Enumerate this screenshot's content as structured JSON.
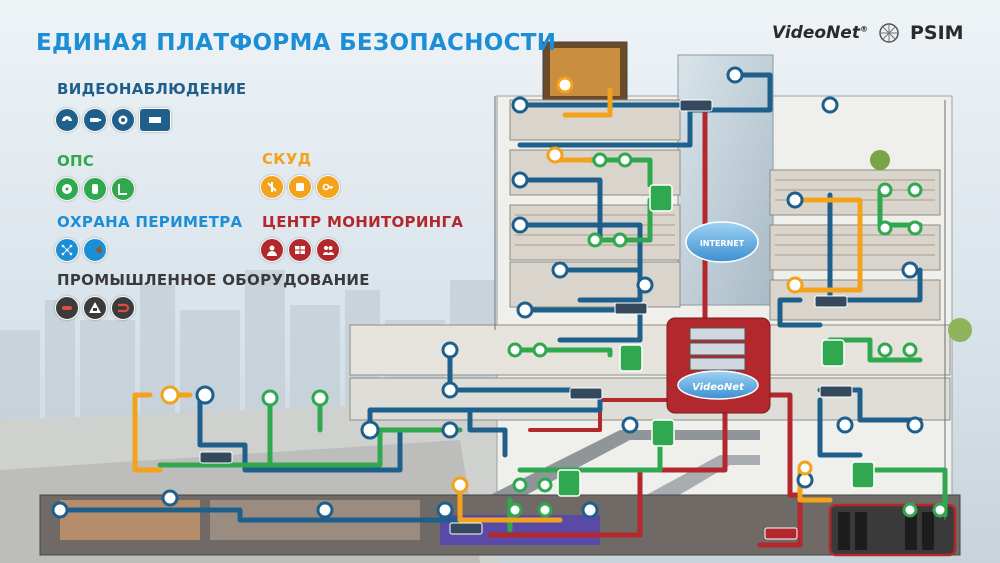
{
  "title": "ЕДИНАЯ ПЛАТФОРМА БЕЗОПАСНОСТИ",
  "brand": {
    "videonet": "VideoNet",
    "trademark": "®",
    "psim": "PSIM"
  },
  "categories": [
    {
      "key": "video",
      "label": "ВИДЕОНАБЛЮДЕНИЕ",
      "color": "#1f5f8b",
      "icons": [
        "dome-camera-icon",
        "bullet-camera-icon",
        "ptz-camera-icon",
        "video-recorder-icon"
      ]
    },
    {
      "key": "fire",
      "label": "ОПС",
      "color": "#2fa84f",
      "icons": [
        "smoke-detector-icon",
        "motion-sensor-icon",
        "door-sensor-icon"
      ]
    },
    {
      "key": "access",
      "label": "СКУД",
      "color": "#f3a21b",
      "icons": [
        "turnstile-icon",
        "card-reader-icon",
        "key-icon"
      ]
    },
    {
      "key": "perimeter",
      "label": "ОХРАНА ПЕРИМЕТРА",
      "color": "#1c8ed6",
      "icons": [
        "perimeter-net-icon",
        "radar-icon"
      ]
    },
    {
      "key": "monitoring",
      "label": "ЦЕНТР МОНИТОРИНГА",
      "color": "#b3282d",
      "icons": [
        "operator-icon",
        "video-wall-icon",
        "guards-icon"
      ]
    },
    {
      "key": "industrial",
      "label": "ПРОМЫШЛЕННОЕ ОБОРУДОВАНИЕ",
      "color": "#3b3b3b",
      "icons": [
        "conveyor-icon",
        "machine-icon",
        "pipeline-icon"
      ]
    }
  ],
  "diagram": {
    "internet_label": "INTERNET",
    "server_label": "VideoNet",
    "colors": {
      "video": "#1f5f8b",
      "fire": "#2fa84f",
      "access": "#f3a21b",
      "monitoring": "#b3282d",
      "perimeter": "#1c8ed6"
    }
  }
}
